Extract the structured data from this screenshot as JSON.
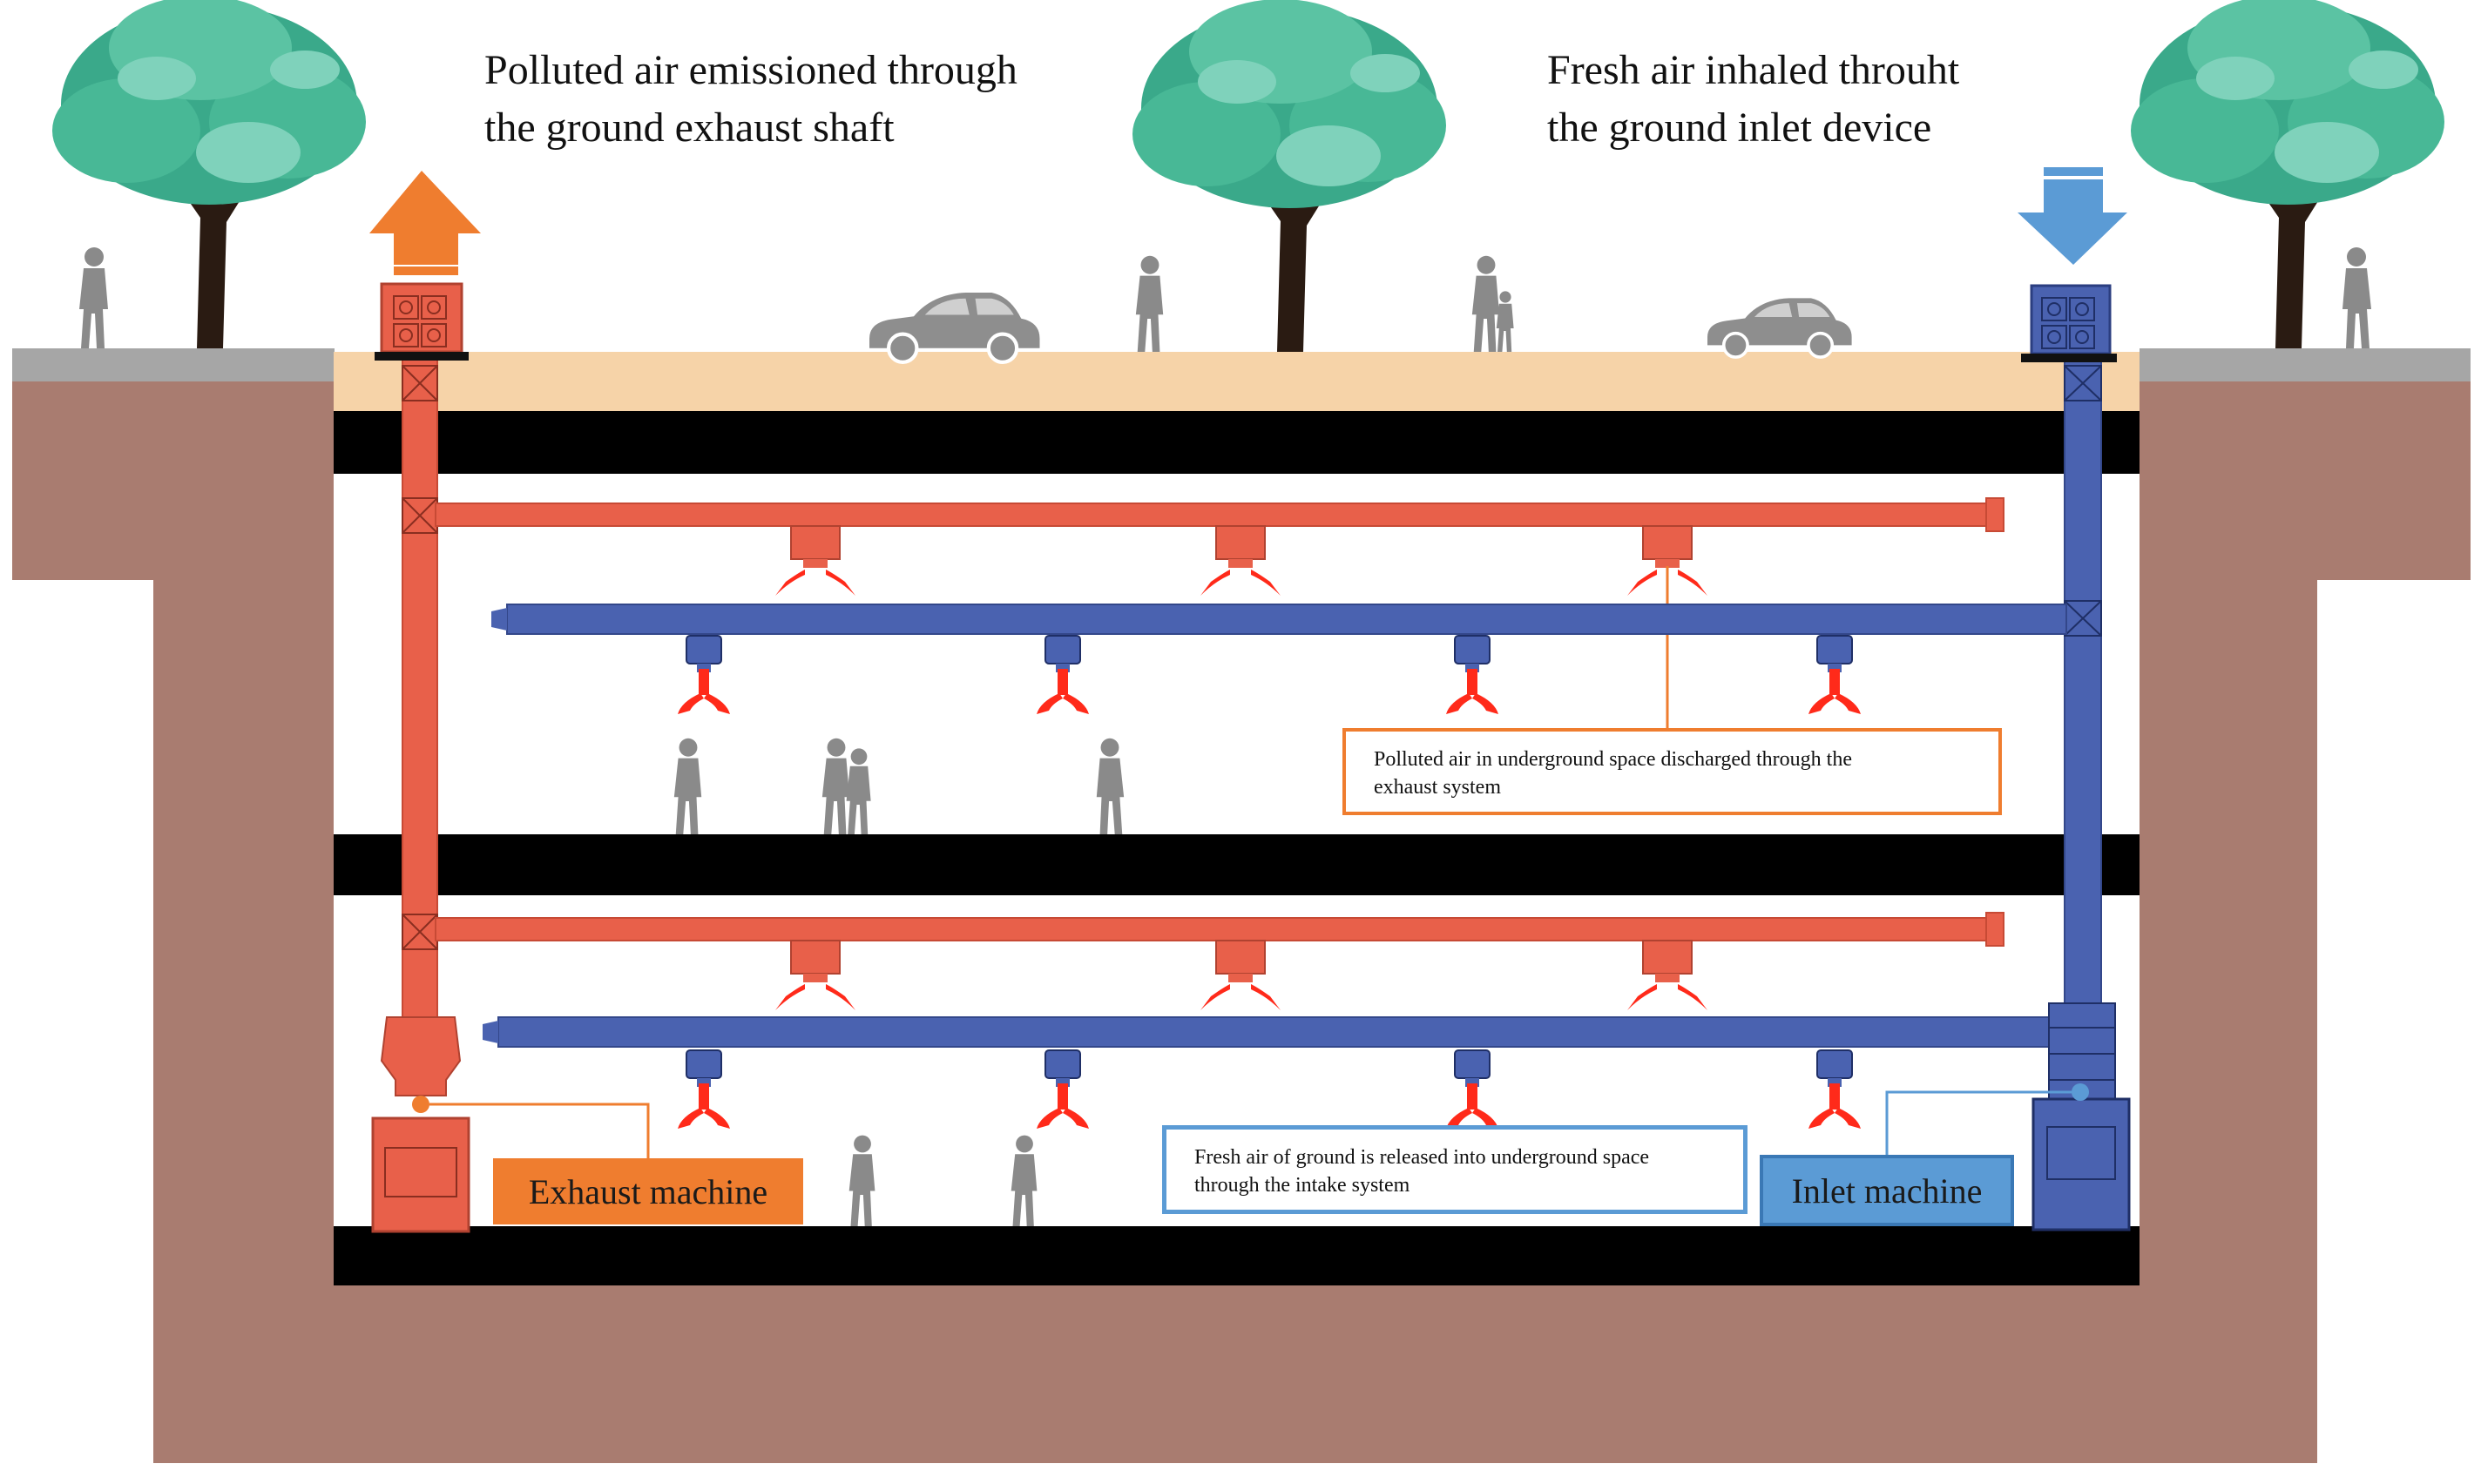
{
  "labels": {
    "exhaust_caption_line1": "Polluted air emissioned through",
    "exhaust_caption_line2": "the ground exhaust shaft",
    "inlet_caption_line1": "Fresh air inhaled throuht",
    "inlet_caption_line2": "the ground inlet device",
    "polluted_note_line1": "Polluted air in underground space discharged through the",
    "polluted_note_line2": "exhaust system",
    "fresh_note_line1": "Fresh air of ground is released into underground space",
    "fresh_note_line2": "through the intake system",
    "exhaust_machine": "Exhaust machine",
    "inlet_machine": "Inlet machine"
  },
  "colors": {
    "exhaust_duct": "#e8604a",
    "intake_duct": "#4a62b0",
    "soil": "#a97c70",
    "ground_band": "#f6d3a8",
    "slab": "#000000",
    "exhaust_arrow": "#ef7d2f",
    "intake_arrow": "#5b9bd5",
    "exhaust_label_box": "#ef7d2f",
    "inlet_label_box": "#5b9bd5",
    "tree_canopy": "#3aa98a",
    "air_flow": "#ff2a1a"
  },
  "icons": [
    "tree-icon",
    "car-icon",
    "pedestrian-icon",
    "up-arrow-icon",
    "down-arrow-icon",
    "vent-icon",
    "fan-icon"
  ]
}
